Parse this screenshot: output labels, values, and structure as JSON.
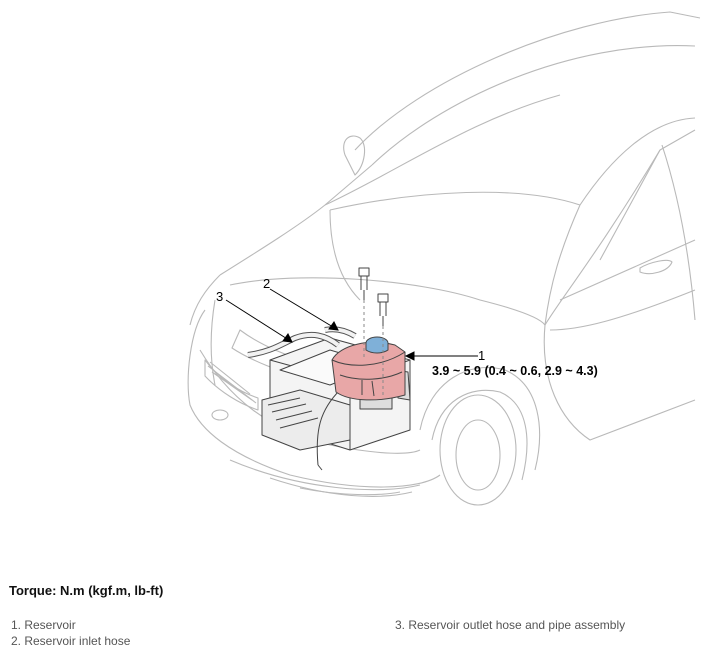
{
  "callouts": {
    "c1": "1",
    "c2": "2",
    "c3": "3"
  },
  "torque_spec": "3.9 ~ 5.9 (0.4 ~ 0.6, 2.9 ~ 4.3)",
  "torque_title": "Torque: N.m (kgf.m, lb-ft)",
  "legend": [
    "1. Reservoir",
    "2. Reservoir inlet hose",
    "3. Reservoir outlet hose and pipe assembly"
  ],
  "colors": {
    "outline": "#b9b9b9",
    "part": "#444444",
    "reservoir": "#e8a7a7",
    "cap": "#7fb0d8"
  }
}
